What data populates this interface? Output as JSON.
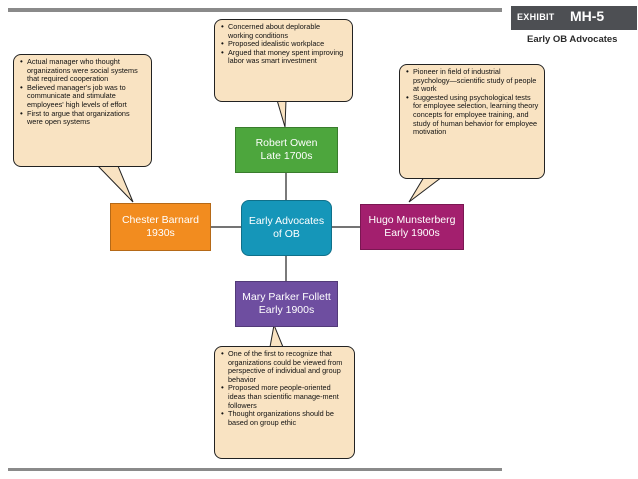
{
  "exhibit": {
    "label": "EXHIBIT",
    "number": "MH-5",
    "title": "Early OB Advocates"
  },
  "center": {
    "line1": "Early Advocates",
    "line2": "of OB",
    "color": "#1596b9"
  },
  "nodes": {
    "owen": {
      "name": "Robert Owen",
      "era": "Late 1700s",
      "color": "#4da63d"
    },
    "barnard": {
      "name": "Chester Barnard",
      "era": "1930s",
      "color": "#f28c1f"
    },
    "munsterberg": {
      "name": "Hugo Munsterberg",
      "era": "Early 1900s",
      "color": "#a31f6e"
    },
    "follett": {
      "name": "Mary Parker Follett",
      "era": "Early 1900s",
      "color": "#6e4ea0"
    }
  },
  "callouts": {
    "owen": [
      "Concerned about deplorable working conditions",
      "Proposed idealistic workplace",
      "Argued that money spent improving labor was smart investment"
    ],
    "barnard": [
      "Actual manager who thought organizations were social systems that required cooperation",
      "Believed manager's job was to communicate and stimulate employees' high levels of effort",
      "First to argue that organizations were open systems"
    ],
    "munsterberg": [
      "Pioneer in field of industrial psychology—scientific study of people at work",
      "Suggested using psychological tests for employee selection, learning theory concepts for employee training, and study of human behavior for employee motivation"
    ],
    "follett": [
      "One of the first to recognize that organizations could be viewed from perspective of individual and group behavior",
      "Proposed more people-oriented ideas than scientific manage-ment followers",
      "Thought organizations should be based on group ethic"
    ]
  }
}
